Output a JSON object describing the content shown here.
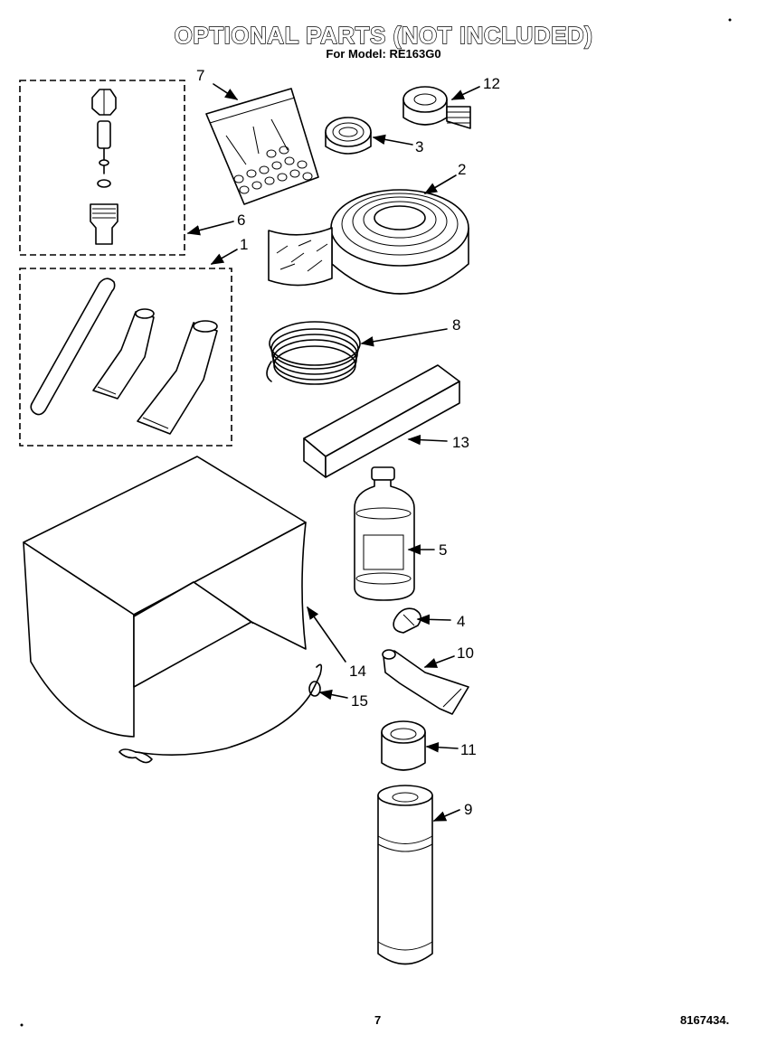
{
  "header": {
    "title": "OPTIONAL PARTS (NOT INCLUDED)",
    "subtitle": "For Model: RE163G0"
  },
  "callouts": [
    {
      "id": "part-1",
      "label": "1"
    },
    {
      "id": "part-2",
      "label": "2"
    },
    {
      "id": "part-3",
      "label": "3"
    },
    {
      "id": "part-4",
      "label": "4"
    },
    {
      "id": "part-5",
      "label": "5"
    },
    {
      "id": "part-6",
      "label": "6"
    },
    {
      "id": "part-7",
      "label": "7"
    },
    {
      "id": "part-8",
      "label": "8"
    },
    {
      "id": "part-9",
      "label": "9"
    },
    {
      "id": "part-10",
      "label": "10"
    },
    {
      "id": "part-11",
      "label": "11"
    },
    {
      "id": "part-12",
      "label": "12"
    },
    {
      "id": "part-13",
      "label": "13"
    },
    {
      "id": "part-14",
      "label": "14"
    },
    {
      "id": "part-15",
      "label": "15"
    }
  ],
  "footer": {
    "page_number": "7",
    "doc_number": "8167434."
  }
}
